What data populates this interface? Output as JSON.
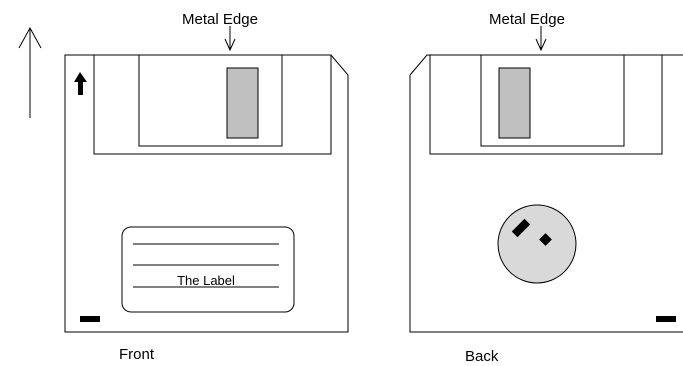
{
  "labels": {
    "front_metal_edge": "Metal Edge",
    "back_metal_edge": "Metal Edge",
    "label_text": "The Label",
    "front_caption": "Front",
    "back_caption": "Back"
  },
  "colors": {
    "line": "#000000",
    "shutter_window": "#c0c0c0",
    "hub": "#d9d9d9",
    "background": "#ffffff"
  }
}
